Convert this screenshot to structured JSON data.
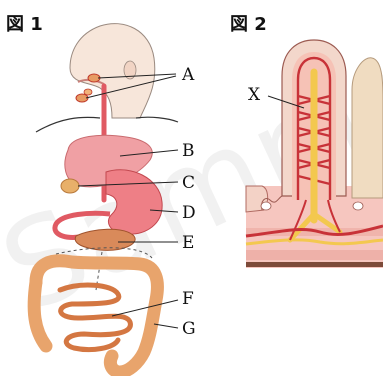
{
  "figure1": {
    "title": "図 1",
    "labels": [
      "A",
      "B",
      "C",
      "D",
      "E",
      "F",
      "G"
    ]
  },
  "figure2": {
    "title": "図 2",
    "labels": [
      "X"
    ]
  },
  "watermark": "Sample",
  "colors": {
    "organ_red": "#e05a63",
    "organ_pink": "#f2a3a6",
    "organ_orange": "#e79b63",
    "head_fill": "#f7e6da",
    "villus_red": "#c83238",
    "villus_yellow": "#f3c84f",
    "tissue_pink": "#f6c6bf"
  }
}
